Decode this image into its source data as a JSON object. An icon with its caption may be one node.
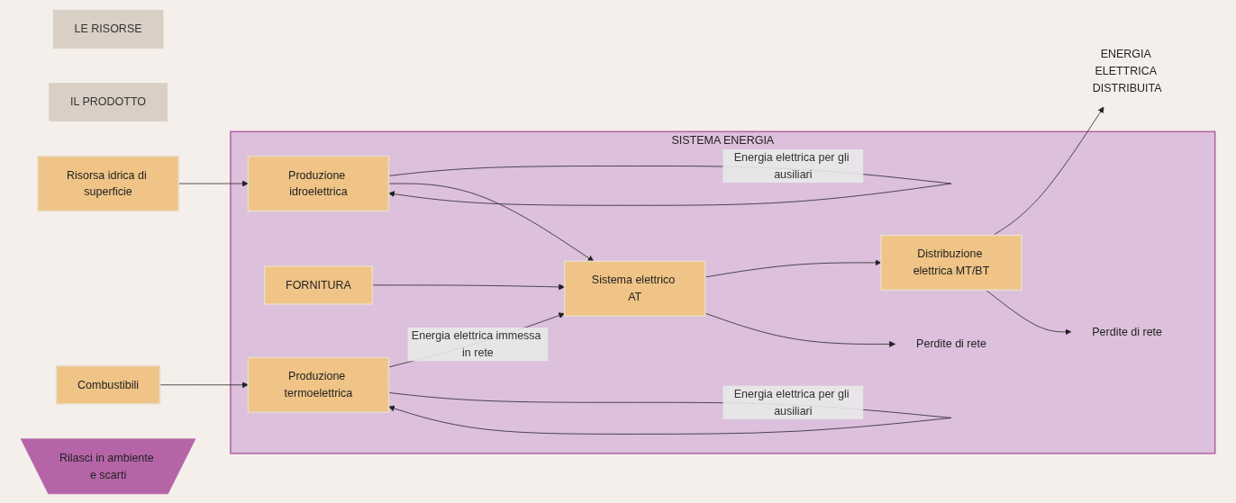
{
  "diagram": {
    "nodes": [
      {
        "text": [
          "LE RISORSE"
        ]
      },
      {
        "text": [
          "SISTEMA ENERGIA"
        ]
      },
      {
        "text": [
          "IL PRODOTTO"
        ]
      },
      {
        "text": [
          "Risorsa idrica di superficie"
        ]
      },
      {
        "text": [
          "Produzione idroelettrica"
        ],
        "in": 1
      },
      {
        "text": [
          "FORNITURA"
        ],
        "in": 1
      },
      {
        "text": [
          "Combustibili"
        ]
      },
      {
        "text": [
          "Produzione termoelettrica"
        ],
        "in": 1
      },
      {
        "text": [
          "Sistema elettrico AT"
        ],
        "in": 1
      },
      {
        "text": [
          "Distribuzione elettrica MT/BT"
        ],
        "in": 1
      },
      {
        "text": [
          "ENERGIA ELETTRICA DISTRIBUITA"
        ]
      },
      {
        "text": [
          "Perdite di rete"
        ],
        "in": 1
      },
      {
        "text": [
          "Perdite di rete"
        ],
        "in": 1
      },
      {
        "text": [
          "Rilasci in ambiente e scarti"
        ]
      }
    ],
    "edges": [
      {
        "from": 3,
        "to": 4,
        "arrow": "to"
      },
      {
        "from": 4,
        "to": 4,
        "arrow": "to",
        "label": "Energia elettrica per gli ausiliari"
      },
      {
        "from": 4,
        "to": 8,
        "arrow": "to"
      },
      {
        "from": 5,
        "to": 8,
        "arrow": "to"
      },
      {
        "from": 8,
        "to": 9,
        "arrow": "to"
      },
      {
        "from": 9,
        "to": 10,
        "arrow": "to"
      },
      {
        "from": 6,
        "to": 7,
        "arrow": "to"
      },
      {
        "from": 7,
        "to": 8,
        "arrow": "to",
        "label": "Energia elettrica immessa in rete"
      },
      {
        "from": 7,
        "to": 7,
        "arrow": "to",
        "label": "Energia elettrica per gli ausiliari"
      },
      {
        "from": 8,
        "to": 11,
        "arrow": "to"
      },
      {
        "from": 9,
        "to": 12,
        "arrow": "to"
      }
    ]
  }
}
